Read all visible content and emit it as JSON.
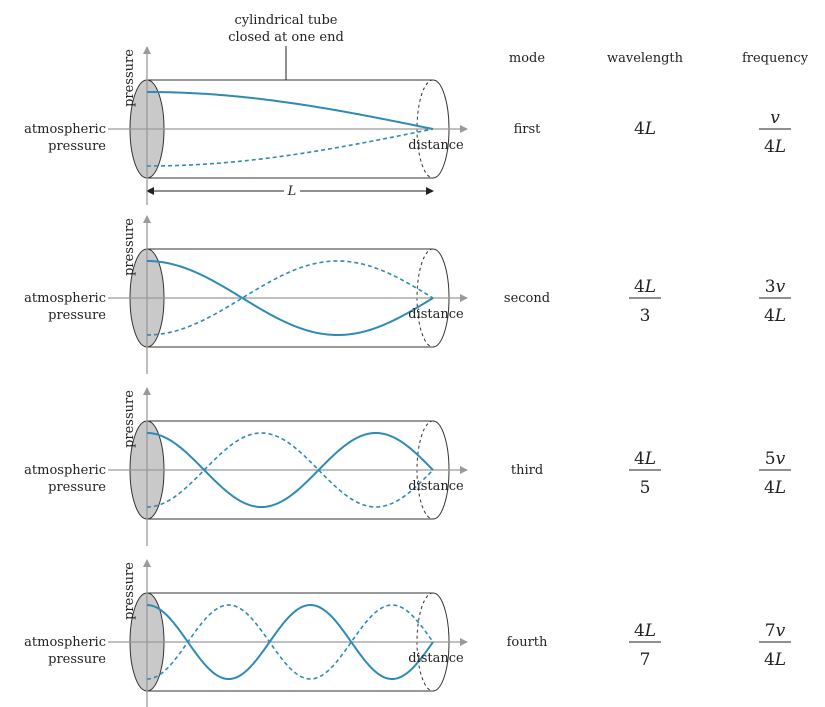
{
  "tube_caption": [
    "cylindrical tube",
    "closed at one end"
  ],
  "length_label": "L",
  "table_headers": {
    "mode": "mode",
    "wavelength": "wavelength",
    "frequency": "frequency"
  },
  "axis_labels": {
    "y": "pressure",
    "x": "distance",
    "reference": [
      "atmospheric",
      "pressure"
    ]
  },
  "modes": [
    {
      "mode": "first",
      "harmonic": 1,
      "wavelength": {
        "num": "4",
        "sym": "L",
        "den": ""
      },
      "frequency": {
        "num": "",
        "sym": "v",
        "den_num": "4",
        "den_sym": "L"
      }
    },
    {
      "mode": "second",
      "harmonic": 3,
      "wavelength": {
        "num": "4",
        "sym": "L",
        "den": "3"
      },
      "frequency": {
        "num": "3",
        "sym": "v",
        "den_num": "4",
        "den_sym": "L"
      }
    },
    {
      "mode": "third",
      "harmonic": 5,
      "wavelength": {
        "num": "4",
        "sym": "L",
        "den": "5"
      },
      "frequency": {
        "num": "5",
        "sym": "v",
        "den_num": "4",
        "den_sym": "L"
      }
    },
    {
      "mode": "fourth",
      "harmonic": 7,
      "wavelength": {
        "num": "4",
        "sym": "L",
        "den": "7"
      },
      "frequency": {
        "num": "7",
        "sym": "v",
        "den_num": "4",
        "den_sym": "L"
      }
    }
  ],
  "colors": {
    "wave": "#2e8bb4",
    "axis": "#9a9a9a",
    "tube": "#333333",
    "cap_fill": "#c9c9c9",
    "text": "#222222"
  }
}
